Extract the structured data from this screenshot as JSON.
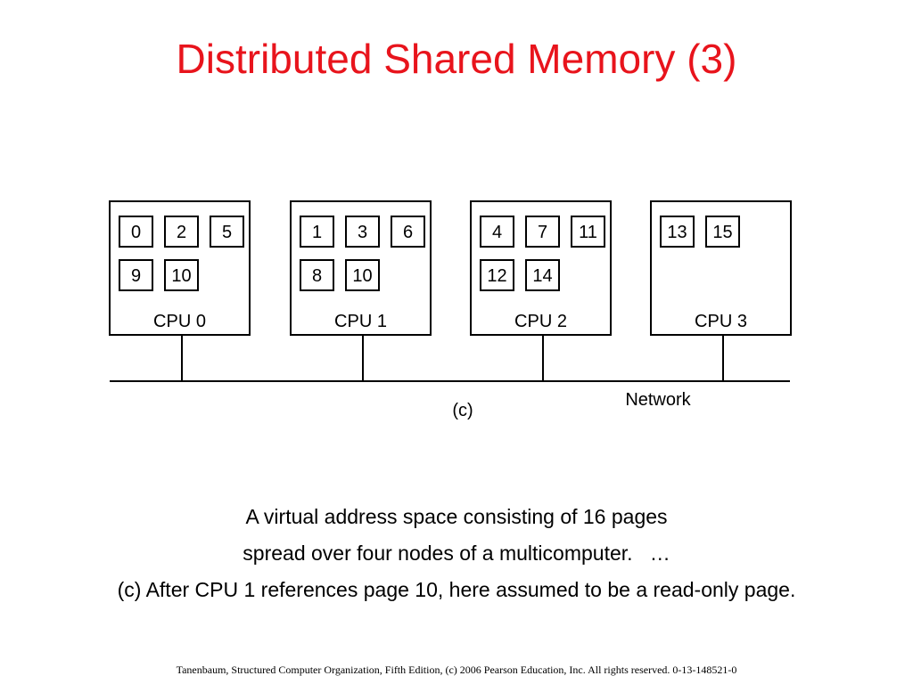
{
  "slide": {
    "title": "Distributed Shared Memory (3)",
    "caption_lines": [
      "A virtual address space consisting of 16 pages",
      "spread over four nodes of a multicomputer.   …",
      "(c) After CPU 1 references page 10, here assumed to be a read-only page."
    ],
    "footer": "Tanenbaum, Structured Computer Organization, Fifth Edition, (c) 2006 Pearson Education, Inc. All rights reserved. 0-13-148521-0",
    "title_color": "#e8141c"
  },
  "diagram": {
    "nodes": [
      {
        "label": "CPU 0",
        "pages": [
          "0",
          "2",
          "5",
          "9",
          "10"
        ]
      },
      {
        "label": "CPU 1",
        "pages": [
          "1",
          "3",
          "6",
          "8",
          "10"
        ]
      },
      {
        "label": "CPU 2",
        "pages": [
          "4",
          "7",
          "11",
          "12",
          "14"
        ]
      },
      {
        "label": "CPU 3",
        "pages": [
          "13",
          "15"
        ]
      }
    ],
    "network_label": "Network",
    "part_label": "(c)"
  }
}
